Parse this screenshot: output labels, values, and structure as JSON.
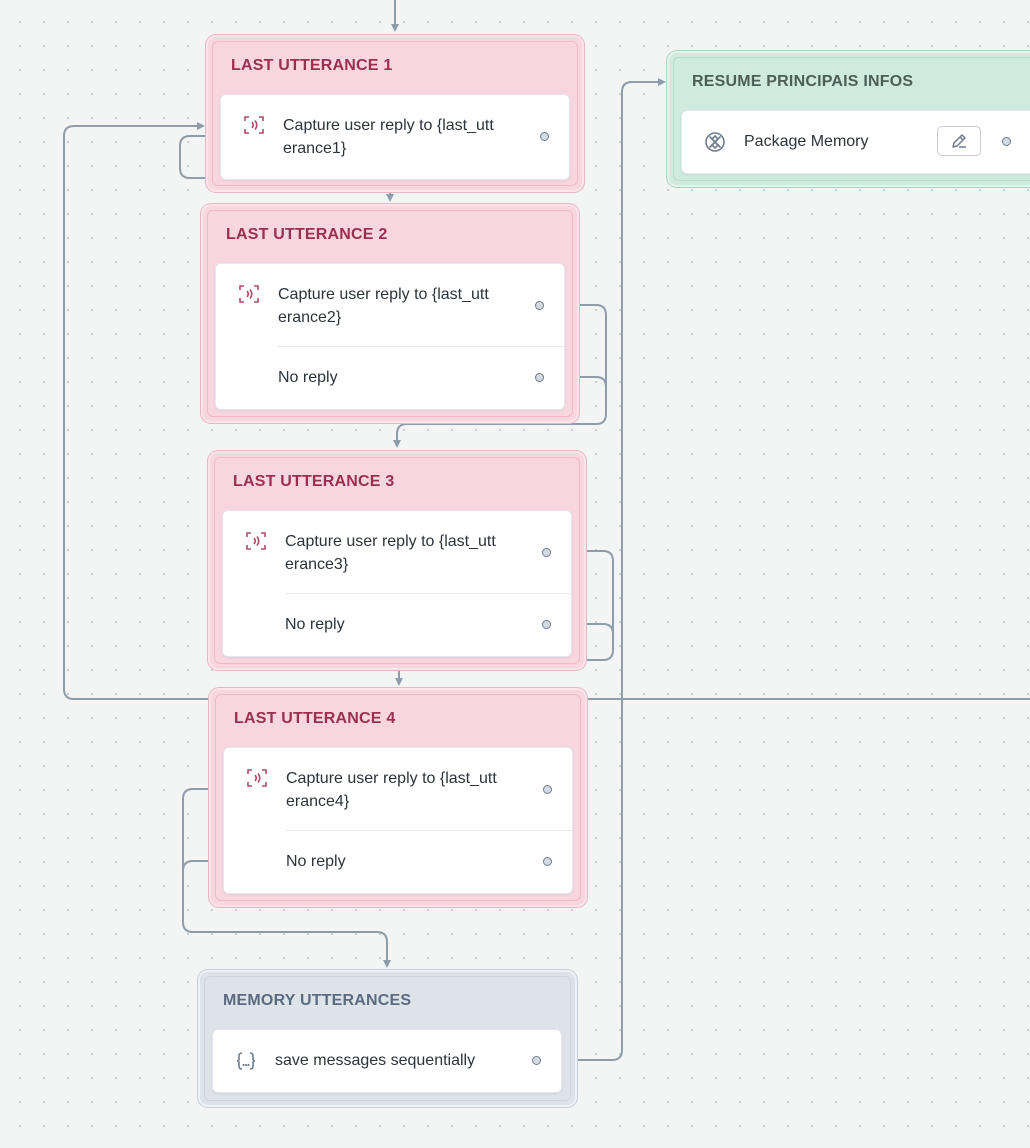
{
  "colors": {
    "canvas": "#f3f5f5",
    "edge": "#8f9caa",
    "pink_block": "#f7d6df",
    "pink_title": "#9b2f4d",
    "grey_block": "#dee3ea",
    "green_block": "#cfeadf"
  },
  "blocks": {
    "lu1": {
      "title": "LAST UTTERANCE 1",
      "capture": "Capture user reply to {last_utt erance1}",
      "icon": "capture-voice-icon"
    },
    "lu2": {
      "title": "LAST UTTERANCE 2",
      "capture": "Capture user reply to {last_utt erance2}",
      "no_reply": "No reply",
      "icon": "capture-voice-icon"
    },
    "lu3": {
      "title": "LAST UTTERANCE 3",
      "capture": "Capture user reply to {last_utt erance3}",
      "no_reply": "No reply",
      "icon": "capture-voice-icon"
    },
    "lu4": {
      "title": "LAST UTTERANCE 4",
      "capture": "Capture user reply to {last_utt erance4}",
      "no_reply": "No reply",
      "icon": "capture-voice-icon"
    },
    "memory": {
      "title": "MEMORY UTTERANCES",
      "step": "save messages sequentially",
      "icon": "code-braces-icon"
    },
    "resume": {
      "title": "RESUME PRINCIPAIS INFOS",
      "step": "Package Memory",
      "icon": "component-icon",
      "edit_icon": "pencil-icon"
    }
  }
}
